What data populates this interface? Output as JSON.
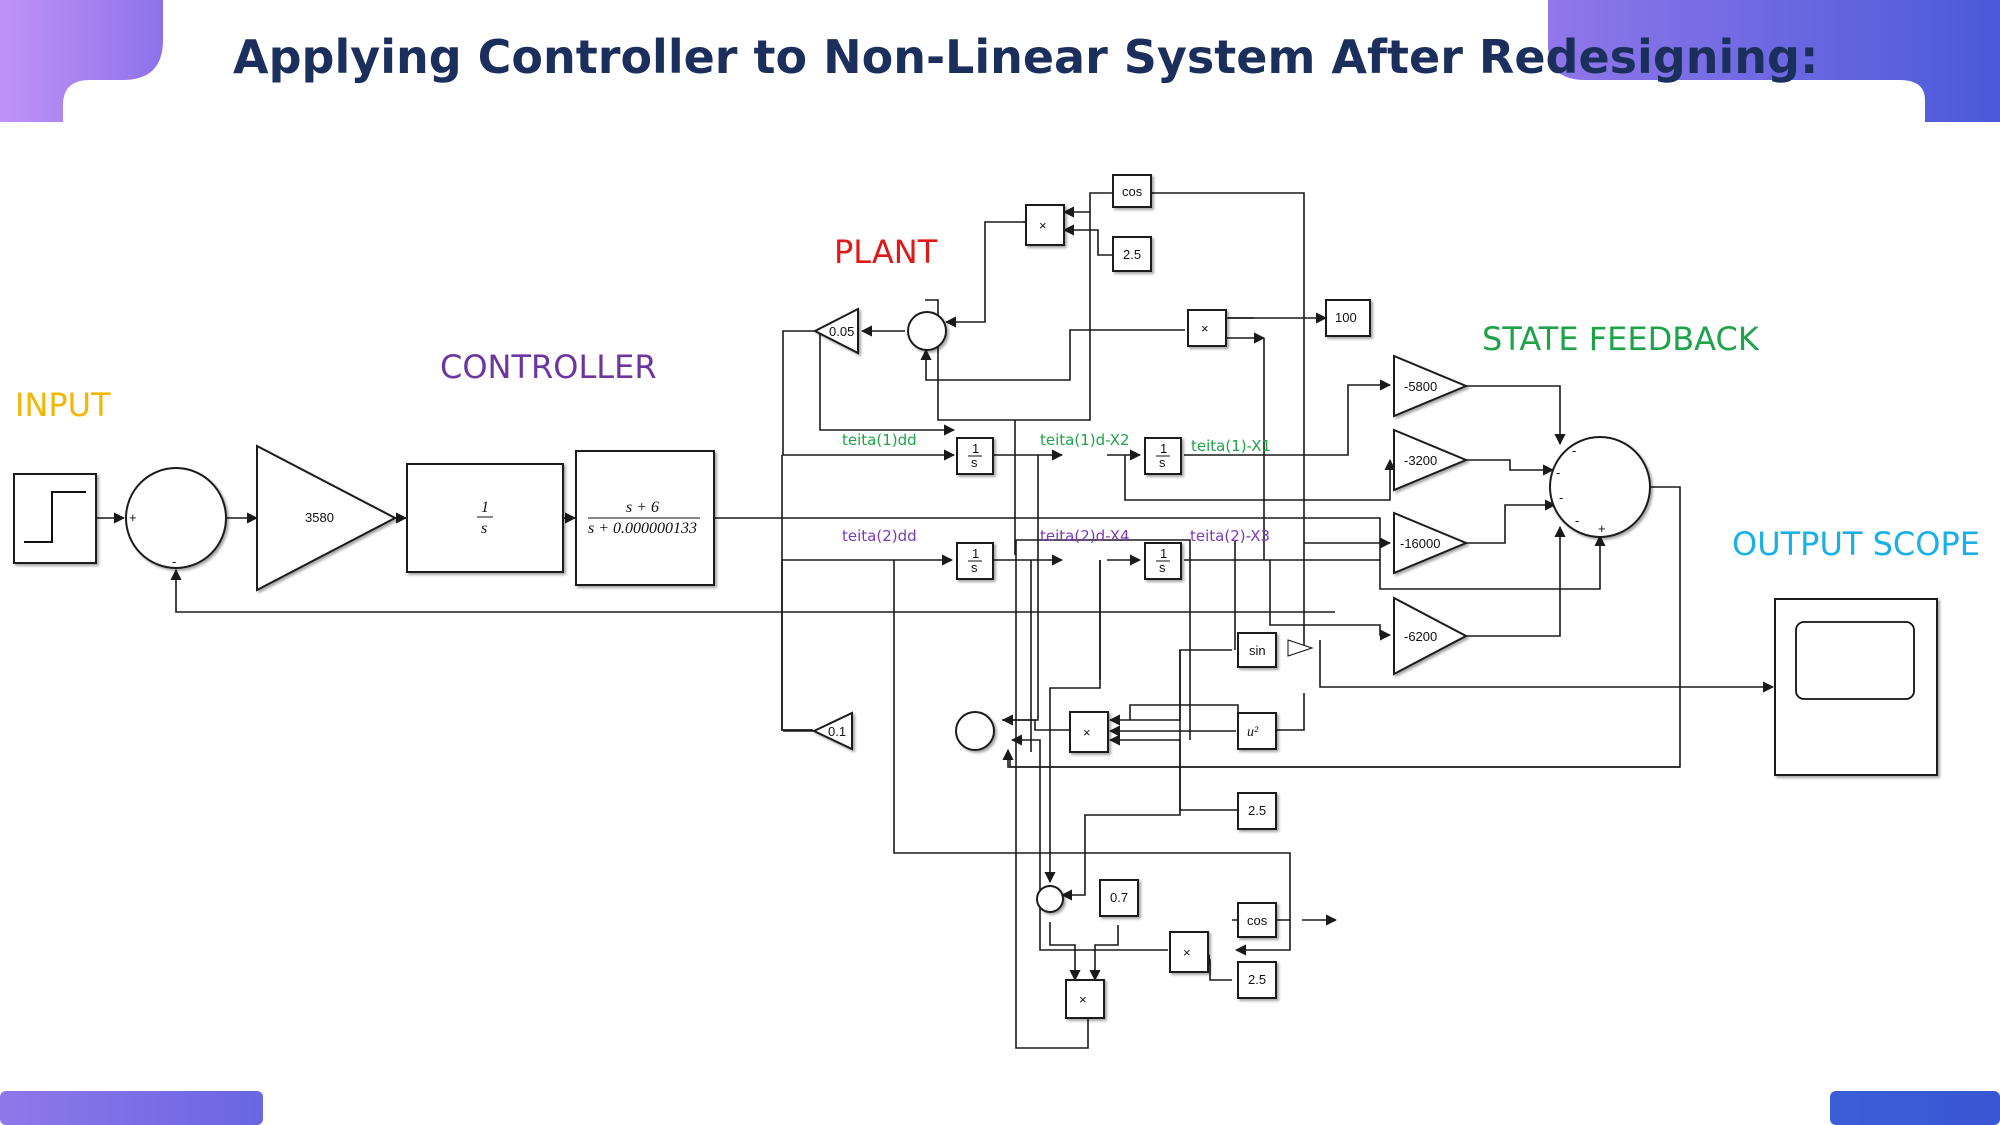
{
  "slide": {
    "title": "Applying Controller to Non-Linear System After Redesigning:"
  },
  "colors": {
    "title": "#1c2f5c",
    "accent_start": "#b98cf5",
    "accent_end": "#4a5bd9",
    "input_label": "#f2b705",
    "controller_label": "#6c35a0",
    "plant_label": "#e01818",
    "state_feedback_label": "#1fa34a",
    "output_scope_label": "#1ab0e6",
    "signal_green": "#1fa34a",
    "signal_purple": "#7a3ab8"
  },
  "sections": {
    "input": "INPUT",
    "controller": "CONTROLLER",
    "plant": "PLANT",
    "state_feedback": "STATE FEEDBACK",
    "output_scope": "OUTPUT SCOPE"
  },
  "signals": {
    "theta1dd": "teita(1)dd",
    "theta1d_x2": "teita(1)d-X2",
    "theta1_x1": "teita(1)-X1",
    "theta2dd": "teita(2)dd",
    "theta2d_x4": "teita(2)d-X4",
    "theta2_x3": "teita(2)-X3"
  },
  "blocks": {
    "gain_main": "3580",
    "integrator_ctrl_num": "1",
    "integrator_ctrl_den": "s",
    "tf_num": "s + 6",
    "tf_den": "s + 0.000000133",
    "integ_num": "1",
    "integ_den": "s",
    "gain_005": "0.05",
    "gain_01": "0.1",
    "cos_label": "cos",
    "sin_label": "sin",
    "square_label": "u²",
    "mult_label": "×",
    "const_25": "2.5",
    "const_100": "100",
    "const_07": "0.7",
    "k1": "-5800",
    "k2": "-3200",
    "k3": "-16000",
    "k4": "-6200",
    "minus_sign": "-",
    "plus_sign": "+"
  },
  "icons": {
    "step_source": "step-icon",
    "scope_display": "scope-screen-icon"
  }
}
